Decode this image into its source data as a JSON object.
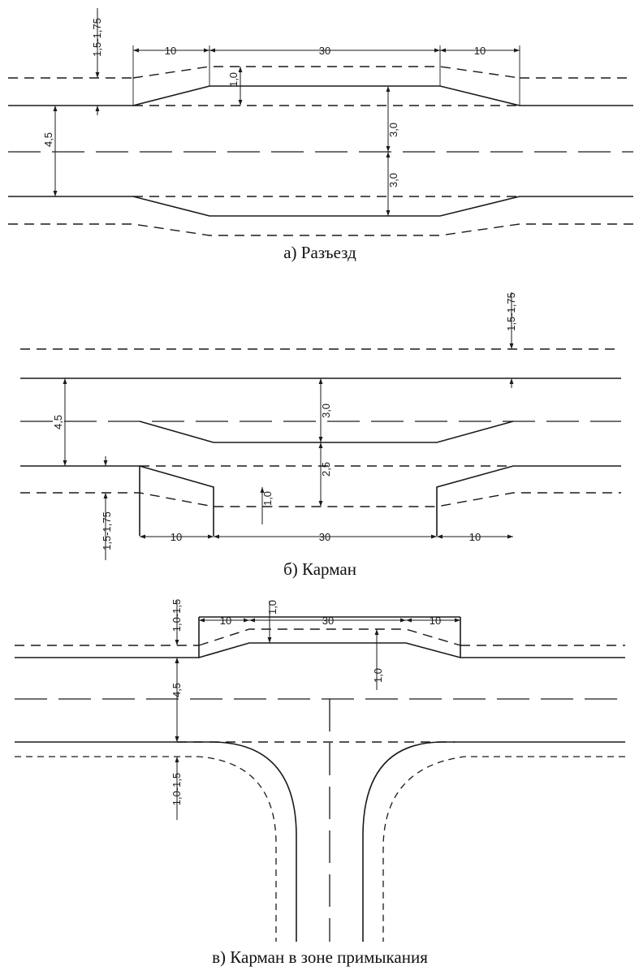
{
  "panel_a": {
    "caption": "а) Разъезд",
    "dim_10_left": "10",
    "dim_30": "30",
    "dim_10_right": "10",
    "dim_offset": "1,5-1,75",
    "dim_1_0": "1,0",
    "dim_4_5": "4,5",
    "dim_3_0_upper": "3,0",
    "dim_3_0_lower": "3,0"
  },
  "panel_b": {
    "caption": "б) Карман",
    "dim_offset_right": "1,5-1,75",
    "dim_4_5": "4,5",
    "dim_3_0": "3,0",
    "dim_2_5": "2,5",
    "dim_1_0": "1,0",
    "dim_offset_left": "1,5-1,75",
    "dim_10_left": "10",
    "dim_30": "30",
    "dim_10_right": "10"
  },
  "panel_c": {
    "caption": "в) Карман в зоне примыкания",
    "dim_1_0_1_5_top": "1,0-1,5",
    "dim_10_left": "10",
    "dim_1_0_top": "1,0",
    "dim_30": "30",
    "dim_10_right": "10",
    "dim_4_5": "4,5",
    "dim_1_0_right": "1,0",
    "dim_1_0_1_5_bottom": "1,0-1,5"
  }
}
